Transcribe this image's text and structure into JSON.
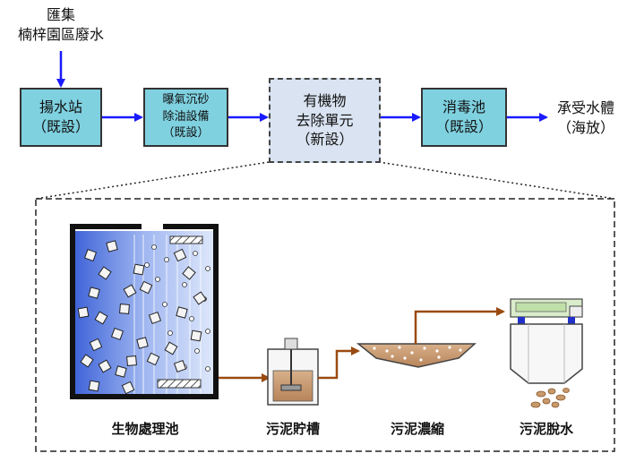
{
  "source": {
    "line1": "匯集",
    "line2": "楠梓園區廢水"
  },
  "flow": {
    "pump_station": {
      "line1": "揚水站",
      "line2": "（既設）"
    },
    "grit_chamber": {
      "line1": "曝氣沉砂",
      "line2": "除油設備",
      "line3": "（既設）"
    },
    "organic_unit": {
      "line1": "有機物",
      "line2": "去除單元",
      "line3": "（新設）"
    },
    "disinfection": {
      "line1": "消毒池",
      "line2": "（既設）"
    },
    "receiving": {
      "line1": "承受水體",
      "line2": "（海放）"
    }
  },
  "detail": {
    "bio_tank_label": "生物處理池",
    "sludge_storage_label": "污泥貯槽",
    "sludge_thickening_label": "污泥濃縮",
    "sludge_dewatering_label": "污泥脫水"
  },
  "colors": {
    "process_box": "#7fd1e0",
    "new_unit_box": "#d9e3f1",
    "arrow": "#1a1aff",
    "pipe": "#9a4a10",
    "sludge": "#c8996a"
  }
}
